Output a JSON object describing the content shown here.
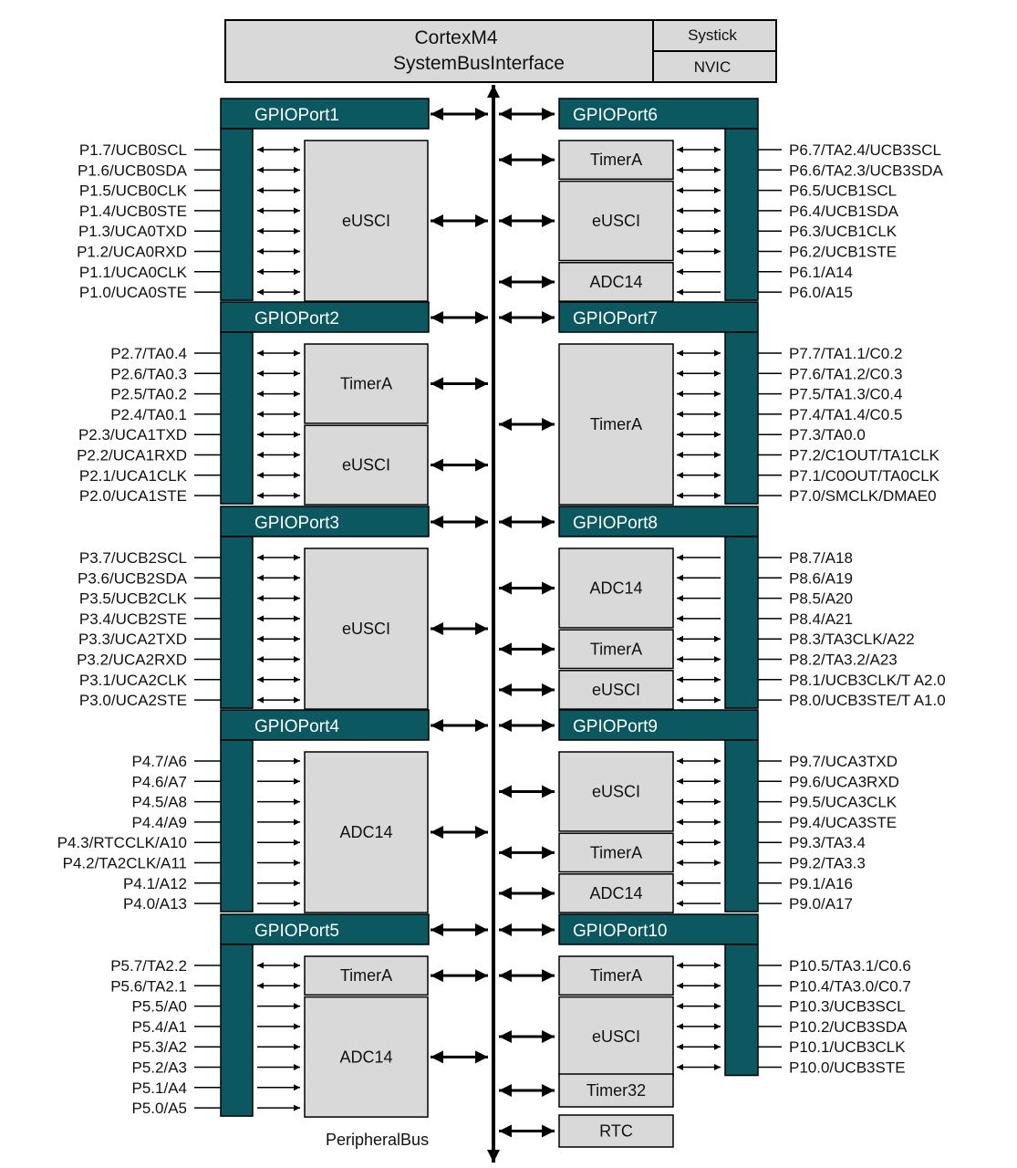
{
  "core": {
    "line1": "CortexM4",
    "line2": "SystemBusInterface",
    "systick": "Systick",
    "nvic": "NVIC"
  },
  "bus_label": "PeripheralBus",
  "colors": {
    "port": "#0b5860",
    "peripheral_fill": "#d9d9d9",
    "line": "#000000",
    "label_on_port": "#ffffff"
  },
  "ports": [
    {
      "id": "p1",
      "side": "left",
      "title": "GPIOPort1",
      "pins": [
        {
          "label": "P1.7/UCB0SCL",
          "dir": "bi"
        },
        {
          "label": "P1.6/UCB0SDA",
          "dir": "bi"
        },
        {
          "label": "P1.5/UCB0CLK",
          "dir": "bi"
        },
        {
          "label": "P1.4/UCB0STE",
          "dir": "bi"
        },
        {
          "label": "P1.3/UCA0TXD",
          "dir": "bi"
        },
        {
          "label": "P1.2/UCA0RXD",
          "dir": "bi"
        },
        {
          "label": "P1.1/UCA0CLK",
          "dir": "bi"
        },
        {
          "label": "P1.0/UCA0STE",
          "dir": "bi"
        }
      ],
      "peripherals": [
        {
          "label": "eUSCI",
          "span": [
            0,
            7
          ]
        }
      ]
    },
    {
      "id": "p2",
      "side": "left",
      "title": "GPIOPort2",
      "pins": [
        {
          "label": "P2.7/TA0.4",
          "dir": "bi"
        },
        {
          "label": "P2.6/TA0.3",
          "dir": "bi"
        },
        {
          "label": "P2.5/TA0.2",
          "dir": "bi"
        },
        {
          "label": "P2.4/TA0.1",
          "dir": "bi"
        },
        {
          "label": "P2.3/UCA1TXD",
          "dir": "bi"
        },
        {
          "label": "P2.2/UCA1RXD",
          "dir": "bi"
        },
        {
          "label": "P2.1/UCA1CLK",
          "dir": "bi"
        },
        {
          "label": "P2.0/UCA1STE",
          "dir": "bi"
        }
      ],
      "peripherals": [
        {
          "label": "TimerA",
          "span": [
            0,
            3
          ]
        },
        {
          "label": "eUSCI",
          "span": [
            4,
            7
          ]
        }
      ]
    },
    {
      "id": "p3",
      "side": "left",
      "title": "GPIOPort3",
      "pins": [
        {
          "label": "P3.7/UCB2SCL",
          "dir": "bi"
        },
        {
          "label": "P3.6/UCB2SDA",
          "dir": "bi"
        },
        {
          "label": "P3.5/UCB2CLK",
          "dir": "bi"
        },
        {
          "label": "P3.4/UCB2STE",
          "dir": "bi"
        },
        {
          "label": "P3.3/UCA2TXD",
          "dir": "bi"
        },
        {
          "label": "P3.2/UCA2RXD",
          "dir": "bi"
        },
        {
          "label": "P3.1/UCA2CLK",
          "dir": "bi"
        },
        {
          "label": "P3.0/UCA2STE",
          "dir": "bi"
        }
      ],
      "peripherals": [
        {
          "label": "eUSCI",
          "span": [
            0,
            7
          ]
        }
      ]
    },
    {
      "id": "p4",
      "side": "left",
      "title": "GPIOPort4",
      "pins": [
        {
          "label": "P4.7/A6",
          "dir": "in"
        },
        {
          "label": "P4.6/A7",
          "dir": "in"
        },
        {
          "label": "P4.5/A8",
          "dir": "in"
        },
        {
          "label": "P4.4/A9",
          "dir": "in"
        },
        {
          "label": "P4.3/RTCCLK/A10",
          "dir": "in"
        },
        {
          "label": "P4.2/TA2CLK/A11",
          "dir": "in"
        },
        {
          "label": "P4.1/A12",
          "dir": "in"
        },
        {
          "label": "P4.0/A13",
          "dir": "in"
        }
      ],
      "peripherals": [
        {
          "label": "ADC14",
          "span": [
            0,
            7
          ]
        }
      ]
    },
    {
      "id": "p5",
      "side": "left",
      "title": "GPIOPort5",
      "pins": [
        {
          "label": "P5.7/TA2.2",
          "dir": "bi"
        },
        {
          "label": "P5.6/TA2.1",
          "dir": "bi"
        },
        {
          "label": "P5.5/A0",
          "dir": "in"
        },
        {
          "label": "P5.4/A1",
          "dir": "in"
        },
        {
          "label": "P5.3/A2",
          "dir": "in"
        },
        {
          "label": "P5.2/A3",
          "dir": "in"
        },
        {
          "label": "P5.1/A4",
          "dir": "in"
        },
        {
          "label": "P5.0/A5",
          "dir": "in"
        }
      ],
      "peripherals": [
        {
          "label": "TimerA",
          "span": [
            0,
            1
          ]
        },
        {
          "label": "ADC14",
          "span": [
            2,
            7
          ]
        }
      ]
    },
    {
      "id": "p6",
      "side": "right",
      "title": "GPIOPort6",
      "pins": [
        {
          "label": "P6.7/TA2.4/UCB3SCL",
          "dir": "bi"
        },
        {
          "label": "P6.6/TA2.3/UCB3SDA",
          "dir": "bi"
        },
        {
          "label": "P6.5/UCB1SCL",
          "dir": "bi"
        },
        {
          "label": "P6.4/UCB1SDA",
          "dir": "bi"
        },
        {
          "label": "P6.3/UCB1CLK",
          "dir": "bi"
        },
        {
          "label": "P6.2/UCB1STE",
          "dir": "bi"
        },
        {
          "label": "P6.1/A14",
          "dir": "in"
        },
        {
          "label": "P6.0/A15",
          "dir": "in"
        }
      ],
      "peripherals": [
        {
          "label": "TimerA",
          "span": [
            0,
            1
          ]
        },
        {
          "label": "eUSCI",
          "span": [
            2,
            5
          ]
        },
        {
          "label": "ADC14",
          "span": [
            6,
            7
          ]
        }
      ]
    },
    {
      "id": "p7",
      "side": "right",
      "title": "GPIOPort7",
      "pins": [
        {
          "label": "P7.7/TA1.1/C0.2",
          "dir": "bi"
        },
        {
          "label": "P7.6/TA1.2/C0.3",
          "dir": "bi"
        },
        {
          "label": "P7.5/TA1.3/C0.4",
          "dir": "bi"
        },
        {
          "label": "P7.4/TA1.4/C0.5",
          "dir": "bi"
        },
        {
          "label": "P7.3/TA0.0",
          "dir": "bi"
        },
        {
          "label": "P7.2/C1OUT/TA1CLK",
          "dir": "bi"
        },
        {
          "label": "P7.1/C0OUT/TA0CLK",
          "dir": "bi"
        },
        {
          "label": "P7.0/SMCLK/DMAE0",
          "dir": "bi"
        }
      ],
      "peripherals": [
        {
          "label": "TimerA",
          "span": [
            0,
            7
          ]
        }
      ]
    },
    {
      "id": "p8",
      "side": "right",
      "title": "GPIOPort8",
      "pins": [
        {
          "label": "P8.7/A18",
          "dir": "in"
        },
        {
          "label": "P8.6/A19",
          "dir": "in"
        },
        {
          "label": "P8.5/A20",
          "dir": "in"
        },
        {
          "label": "P8.4/A21",
          "dir": "in"
        },
        {
          "label": "P8.3/TA3CLK/A22",
          "dir": "bi"
        },
        {
          "label": "P8.2/TA3.2/A23",
          "dir": "bi"
        },
        {
          "label": "P8.1/UCB3CLK/T A2.0",
          "dir": "bi"
        },
        {
          "label": "P8.0/UCB3STE/T A1.0",
          "dir": "bi"
        }
      ],
      "peripherals": [
        {
          "label": "ADC14",
          "span": [
            0,
            3
          ]
        },
        {
          "label": "TimerA",
          "span": [
            4,
            5
          ]
        },
        {
          "label": "eUSCI",
          "span": [
            6,
            7
          ]
        }
      ]
    },
    {
      "id": "p9",
      "side": "right",
      "title": "GPIOPort9",
      "pins": [
        {
          "label": "P9.7/UCA3TXD",
          "dir": "bi"
        },
        {
          "label": "P9.6/UCA3RXD",
          "dir": "bi"
        },
        {
          "label": "P9.5/UCA3CLK",
          "dir": "bi"
        },
        {
          "label": "P9.4/UCA3STE",
          "dir": "bi"
        },
        {
          "label": "P9.3/TA3.4",
          "dir": "bi"
        },
        {
          "label": "P9.2/TA3.3",
          "dir": "bi"
        },
        {
          "label": "P9.1/A16",
          "dir": "in"
        },
        {
          "label": "P9.0/A17",
          "dir": "in"
        }
      ],
      "peripherals": [
        {
          "label": "eUSCI",
          "span": [
            0,
            3
          ]
        },
        {
          "label": "TimerA",
          "span": [
            4,
            5
          ]
        },
        {
          "label": "ADC14",
          "span": [
            6,
            7
          ]
        }
      ]
    },
    {
      "id": "p10",
      "side": "right",
      "title": "GPIOPort10",
      "pins": [
        {
          "label": "P10.5/TA3.1/C0.6",
          "dir": "bi"
        },
        {
          "label": "P10.4/TA3.0/C0.7",
          "dir": "bi"
        },
        {
          "label": "P10.3/UCB3SCL",
          "dir": "bi"
        },
        {
          "label": "P10.2/UCB3SDA",
          "dir": "bi"
        },
        {
          "label": "P10.1/UCB3CLK",
          "dir": "bi"
        },
        {
          "label": "P10.0/UCB3STE",
          "dir": "bi"
        }
      ],
      "peripherals": [
        {
          "label": "TimerA",
          "span": [
            0,
            1
          ]
        },
        {
          "label": "eUSCI",
          "span": [
            2,
            5
          ]
        }
      ]
    }
  ],
  "extra_peripherals": [
    {
      "label": "Timer32"
    },
    {
      "label": "RTC"
    }
  ]
}
